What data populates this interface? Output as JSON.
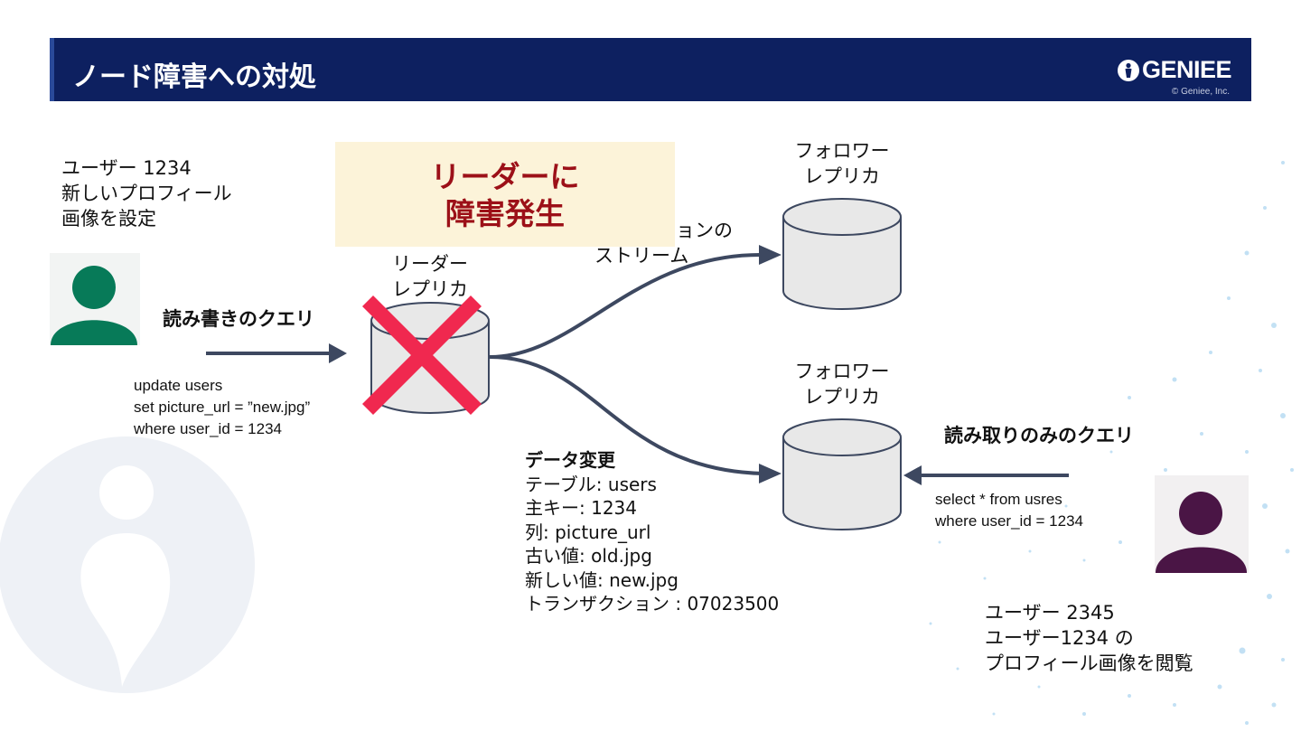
{
  "header": {
    "title": "ノード障害への対処",
    "logo_text": "GENIEE",
    "copyright": "© Geniee, Inc."
  },
  "callout": {
    "line1": "リーダーに",
    "line2": "障害発生"
  },
  "user1": {
    "caption": [
      "ユーザー 1234",
      "新しいプロフィール",
      "画像を設定"
    ],
    "avatar_color": "#077a58"
  },
  "write_query": {
    "label": "読み書きのクエリ",
    "sql": [
      "update users",
      "set picture_url = ”new.jpg”",
      "where user_id = 1234"
    ]
  },
  "leader": {
    "label": [
      "リーダー",
      "レプリカ"
    ]
  },
  "replication_stream": {
    "label": [
      "ョンの",
      "ストリーム"
    ]
  },
  "follower1": {
    "label": [
      "フォロワー",
      "レプリカ"
    ]
  },
  "follower2": {
    "label": [
      "フォロワー",
      "レプリカ"
    ]
  },
  "data_change": {
    "title": "データ変更",
    "lines": [
      "テーブル: users",
      "主キー: 1234",
      "列: picture_url",
      "古い値: old.jpg",
      "新しい値: new.jpg",
      "トランザクション : 07023500"
    ]
  },
  "read_query": {
    "label": "読み取りのみのクエリ",
    "sql": [
      "select * from usres",
      "where user_id = 1234"
    ]
  },
  "user2": {
    "caption": [
      "ユーザー 2345",
      "ユーザー1234 の",
      "プロフィール画像を閲覧"
    ],
    "avatar_color": "#4a1545"
  },
  "colors": {
    "header_bg": "#0d2060",
    "arrow": "#3d4860",
    "cross": "#f0284f",
    "cylinder_fill": "#e8e8e8",
    "cylinder_stroke": "#3d4860",
    "callout_bg": "#fcf3d9",
    "callout_text": "#9c1018"
  }
}
